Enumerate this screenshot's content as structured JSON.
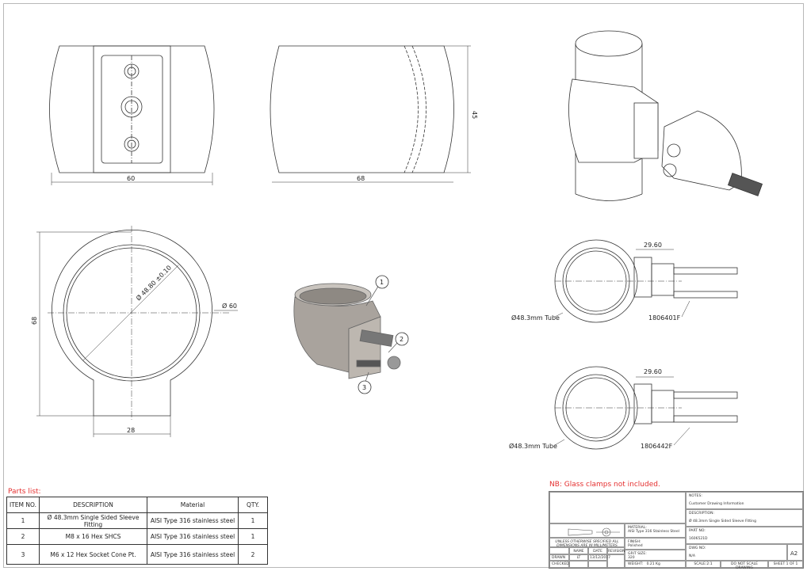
{
  "views": {
    "front_width_dim": "60",
    "side_width_dim": "68",
    "side_height_dim": "45",
    "section_height_dim": "68",
    "section_tab_dim": "28",
    "bore_dim": "Ø 48.80 ±0.10",
    "outer_dim": "Ø 60",
    "balloons": [
      "1",
      "2",
      "3"
    ],
    "assembly_1": {
      "offset_dim": "29.60",
      "tube_label": "Ø48.3mm Tube",
      "part_label": "1806401F"
    },
    "assembly_2": {
      "offset_dim": "29.60",
      "tube_label": "Ø48.3mm Tube",
      "part_label": "1806442F"
    }
  },
  "parts_list": {
    "title": "Parts list:",
    "headers": [
      "ITEM NO.",
      "DESCRIPTION",
      "Material",
      "QTY."
    ],
    "rows": [
      [
        "1",
        "Ø 48.3mm Single Sided Sleeve Fitting",
        "AISI Type 316 stainless steel",
        "1"
      ],
      [
        "2",
        "M8 x 16 Hex SHCS",
        "AISI Type 316 stainless steel",
        "1"
      ],
      [
        "3",
        "M6 x 12 Hex Socket Cone Pt.",
        "AISI Type 316 stainless steel",
        "2"
      ]
    ]
  },
  "note": "NB: Glass clamps not included.",
  "title_block": {
    "notes_label": "NOTES:",
    "notes_value": "Customer Drawing Information",
    "description_label": "DESCRIPTION:",
    "description_value": "Ø 48.3mm Single Sided Sleeve Fitting",
    "material_label": "MATERIAL:",
    "material_value": "AISI Type 316 Stainless Steel",
    "finish_label": "FINISH:",
    "finish_value": "Polished",
    "grit_label": "GRIT SIZE:",
    "grit_value": "320",
    "part_no_label": "PART NO:",
    "part_no_value": "1606521D",
    "dwg_no_label": "DWG NO:",
    "dwg_no_value": "N/A",
    "size": "A2",
    "unless_note": "UNLESS OTHERWISE SPECIFIED ALL DIMENSIONS ARE IN MILLIMETERS",
    "col_name": "NAME",
    "col_date": "DATE",
    "col_revision": "REVISION",
    "drawn_label": "DRAWN",
    "drawn_name": "LT",
    "drawn_date": "13/12/2017",
    "checked_label": "CHECKED",
    "weight_label": "WEIGHT:",
    "weight_value": "0.21",
    "weight_unit": "Kg",
    "scale": "SCALE:2:1",
    "do_not_scale": "DO NOT SCALE DRAWING",
    "sheet": "SHEET 1 OF 1"
  }
}
